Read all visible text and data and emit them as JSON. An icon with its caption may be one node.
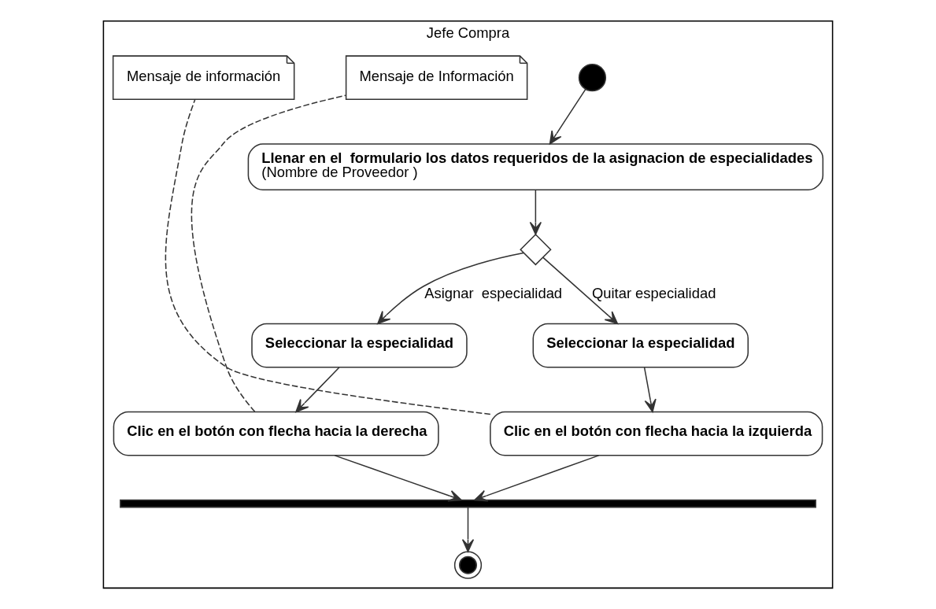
{
  "diagram": {
    "nodes": [
      {
        "text": [
          "Jefe Compra"
        ]
      },
      {
        "text": [],
        "shape": "circle",
        "in": 0
      },
      {
        "text": [
          "Llenar en el  formulario los datos requeridos de la asignacion de especialidades",
          "(Nombre de Proveedor )"
        ],
        "in": 0
      },
      {
        "text": [],
        "shape": "diamond",
        "in": 0
      },
      {
        "text": [
          "Seleccionar la especialidad"
        ],
        "in": 0
      },
      {
        "text": [
          "Seleccionar la especialidad"
        ],
        "in": 0
      },
      {
        "text": [
          "Clic en el botón con flecha hacia la derecha"
        ],
        "in": 0
      },
      {
        "text": [
          "Clic en el botón con flecha hacia la izquierda"
        ],
        "in": 0
      },
      {
        "text": [
          "Mensaje de Información"
        ],
        "in": 0
      },
      {
        "text": [
          "Mensaje de información"
        ],
        "in": 0
      },
      {
        "text": [],
        "shape": "bar",
        "in": 0
      },
      {
        "text": [],
        "shape": "bullseye",
        "in": 0
      }
    ],
    "edges": [
      {
        "from": 1,
        "to": 2,
        "arrow": "to"
      },
      {
        "from": 2,
        "to": 3,
        "arrow": "to"
      },
      {
        "from": 3,
        "to": 4,
        "arrow": "to",
        "label": "Asignar  especialidad"
      },
      {
        "from": 3,
        "to": 5,
        "arrow": "to",
        "label": "Quitar especialidad"
      },
      {
        "from": 4,
        "to": 6,
        "arrow": "to"
      },
      {
        "from": 5,
        "to": 7,
        "arrow": "to"
      },
      {
        "from": 6,
        "to": 8,
        "arrow": "none",
        "style": "dashed"
      },
      {
        "from": 7,
        "to": 9,
        "arrow": "none",
        "style": "dashed"
      },
      {
        "from": 6,
        "to": 10,
        "arrow": "to"
      },
      {
        "from": 7,
        "to": 10,
        "arrow": "to"
      },
      {
        "from": 10,
        "to": 11,
        "arrow": "to"
      }
    ]
  }
}
